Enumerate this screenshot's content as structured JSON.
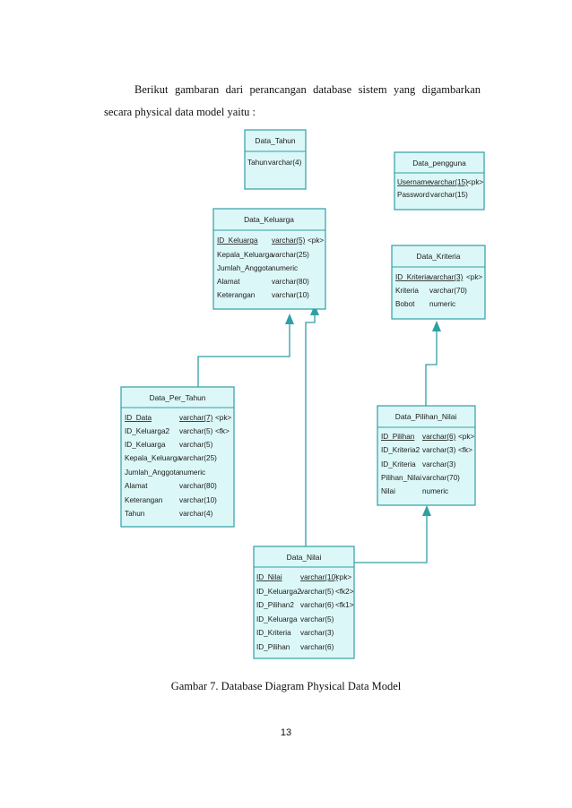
{
  "intro": {
    "line1": "Berikut gambaran dari perancangan database sistem yang digambarkan",
    "line2": "secara physical data model yaitu :"
  },
  "entities": {
    "data_tahun": {
      "title": "Data_Tahun",
      "rows": [
        {
          "name": "Tahun",
          "type": "varchar(4)",
          "key": ""
        }
      ]
    },
    "data_pengguna": {
      "title": "Data_pengguna",
      "rows": [
        {
          "name": "Username",
          "type": "varchar(15)",
          "key": "<pk>"
        },
        {
          "name": "Password",
          "type": "varchar(15)",
          "key": ""
        }
      ]
    },
    "data_keluarga": {
      "title": "Data_Keluarga",
      "rows": [
        {
          "name": "ID_Keluarga",
          "type": "varchar(5)",
          "key": "<pk>"
        },
        {
          "name": "Kepala_Keluarga",
          "type": "varchar(25)",
          "key": ""
        },
        {
          "name": "Jumlah_Anggota",
          "type": "numeric",
          "key": ""
        },
        {
          "name": "Alamat",
          "type": "varchar(80)",
          "key": ""
        },
        {
          "name": "Keterangan",
          "type": "varchar(10)",
          "key": ""
        }
      ]
    },
    "data_kriteria": {
      "title": "Data_Kriteria",
      "rows": [
        {
          "name": "ID_Kriteria",
          "type": "varchar(3)",
          "key": "<pk>"
        },
        {
          "name": "Kriteria",
          "type": "varchar(70)",
          "key": ""
        },
        {
          "name": "Bobot",
          "type": "numeric",
          "key": ""
        }
      ]
    },
    "data_per_tahun": {
      "title": "Data_Per_Tahun",
      "rows": [
        {
          "name": "ID_Data",
          "type": "varchar(7)",
          "key": "<pk>"
        },
        {
          "name": "ID_Keluarga2",
          "type": "varchar(5)",
          "key": "<fk>"
        },
        {
          "name": "ID_Keluarga",
          "type": "varchar(5)",
          "key": ""
        },
        {
          "name": "Kepala_Keluarga",
          "type": "varchar(25)",
          "key": ""
        },
        {
          "name": "Jumlah_Anggota",
          "type": "numeric",
          "key": ""
        },
        {
          "name": "Alamat",
          "type": "varchar(80)",
          "key": ""
        },
        {
          "name": "Keterangan",
          "type": "varchar(10)",
          "key": ""
        },
        {
          "name": "Tahun",
          "type": "varchar(4)",
          "key": ""
        }
      ]
    },
    "data_pilihan_nilai": {
      "title": "Data_Pilihan_Nilai",
      "rows": [
        {
          "name": "ID_Pilihan",
          "type": "varchar(6)",
          "key": "<pk>"
        },
        {
          "name": "ID_Kriteria2",
          "type": "varchar(3)",
          "key": "<fk>"
        },
        {
          "name": "ID_Kriteria",
          "type": "varchar(3)",
          "key": ""
        },
        {
          "name": "Pilihan_Nilai",
          "type": "varchar(70)",
          "key": ""
        },
        {
          "name": "Nilai",
          "type": "numeric",
          "key": ""
        }
      ]
    },
    "data_nilai": {
      "title": "Data_Nilai",
      "rows": [
        {
          "name": "ID_Nilai",
          "type": "varchar(10)",
          "key": "<pk>"
        },
        {
          "name": "ID_Keluarga2",
          "type": "varchar(5)",
          "key": "<fk2>"
        },
        {
          "name": "ID_Pilihan2",
          "type": "varchar(6)",
          "key": "<fk1>"
        },
        {
          "name": "ID_Keluarga",
          "type": "varchar(5)",
          "key": ""
        },
        {
          "name": "ID_Kriteria",
          "type": "varchar(3)",
          "key": ""
        },
        {
          "name": "ID_Pilihan",
          "type": "varchar(6)",
          "key": ""
        }
      ]
    }
  },
  "colors": {
    "entity_fill": "#dcf7f7",
    "entity_border": "#2f9fa6",
    "link": "#2f9fa6"
  },
  "caption": "Gambar 7. Database Diagram Physical Data Model",
  "page_number": "13"
}
